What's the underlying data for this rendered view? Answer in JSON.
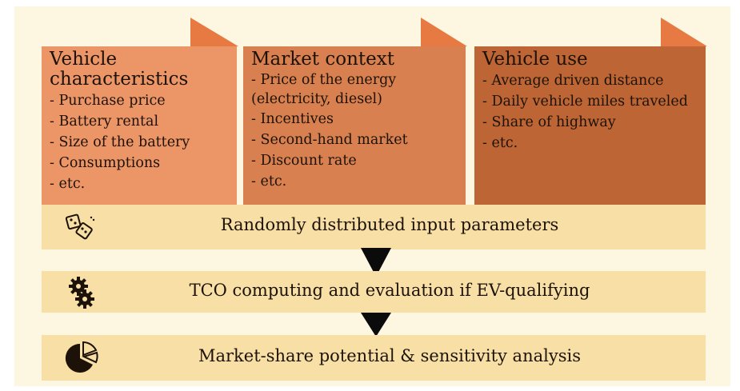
{
  "cards": [
    {
      "title": "Vehicle characteristics",
      "items": [
        "- Purchase price",
        "- Battery rental",
        "- Size of the battery",
        "- Consumptions",
        "- etc."
      ]
    },
    {
      "title": "Market context",
      "items": [
        "- Price of the energy (electricity, diesel)",
        "- Incentives",
        "- Second-hand market",
        "- Discount rate",
        "- etc."
      ]
    },
    {
      "title": "Vehicle use",
      "items": [
        "- Average driven distance",
        "- Daily vehicle miles traveled",
        "- Share of highway",
        "- etc."
      ]
    }
  ],
  "steps": [
    {
      "label": "Randomly distributed input parameters",
      "icon": "dice-icon"
    },
    {
      "label": "TCO computing and evaluation if EV-qualifying",
      "icon": "gears-icon"
    },
    {
      "label": "Market-share potential & sensitivity analysis",
      "icon": "pie-chart-icon"
    }
  ],
  "colors": {
    "card_1": "#ec9668",
    "card_2": "#d8804f",
    "card_3": "#bd6534",
    "tab": "#e67a42",
    "step_bar": "#f7dfa6",
    "background": "#fdf6e1"
  }
}
